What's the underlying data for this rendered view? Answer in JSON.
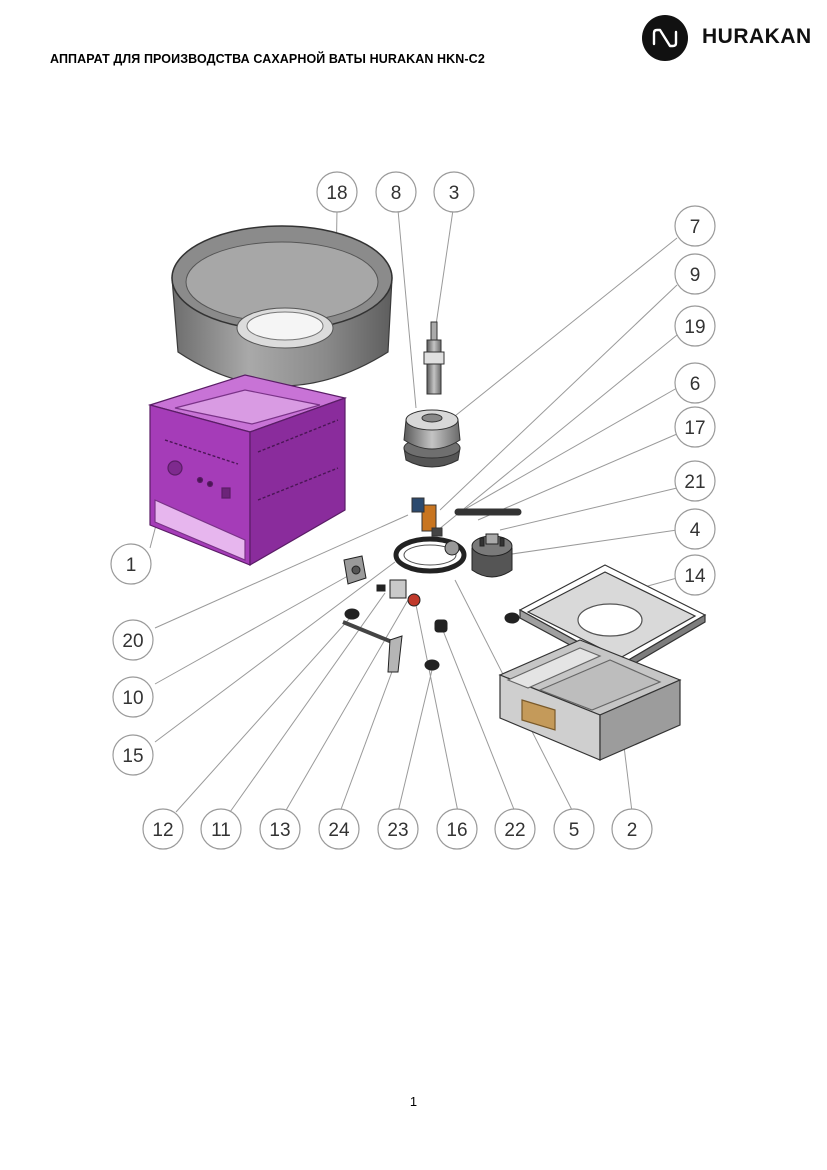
{
  "header": {
    "title": "АППАРАТ ДЛЯ ПРОИЗВОДСТВА САХАРНОЙ ВАТЫ HURAKAN HKN-C2",
    "logo_text": "HURAKAN",
    "logo_icon": "hurakan-logo-icon"
  },
  "diagram": {
    "callouts": [
      "18",
      "8",
      "3",
      "7",
      "9",
      "19",
      "6",
      "17",
      "21",
      "4",
      "14",
      "1",
      "20",
      "10",
      "15",
      "12",
      "11",
      "13",
      "24",
      "23",
      "16",
      "22",
      "5",
      "2"
    ],
    "colors": {
      "housing": "#a53cb8",
      "metal": "#8e8e8e",
      "line": "#9a9a9a"
    }
  },
  "footer": {
    "page_number": "1"
  }
}
